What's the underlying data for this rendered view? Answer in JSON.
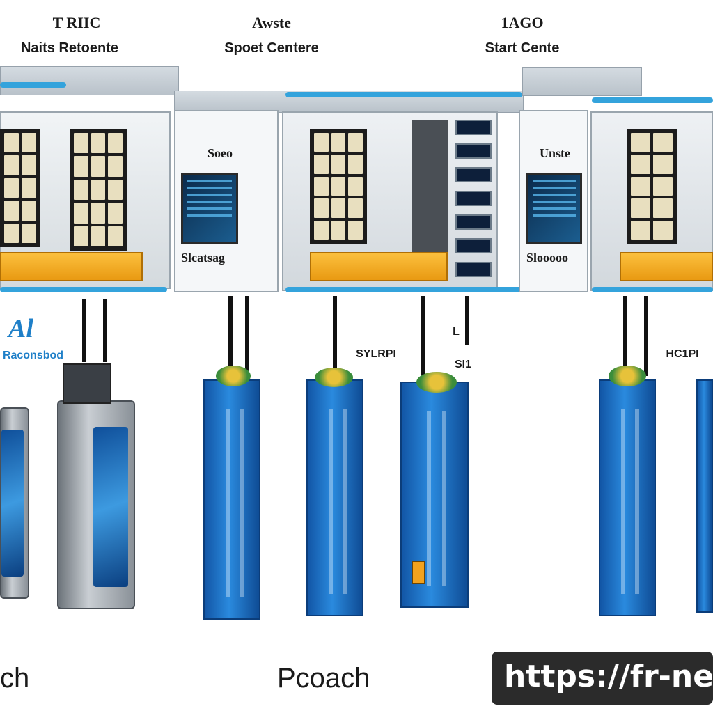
{
  "top_labels": [
    {
      "line1": "T RIIC",
      "line2": "Naits Retoente"
    },
    {
      "line1": "Awste",
      "line2": "Spoet Centere"
    },
    {
      "line1": "1AGO",
      "line2": "Start Cente"
    }
  ],
  "panel_labels": {
    "left_panel_top": "Soeo",
    "left_panel_bottom": "Slcatsag",
    "right_panel_top": "Unste",
    "right_panel_bottom": "Slooooo"
  },
  "side_labels": {
    "blue_logo_text": "Al",
    "blue_logo_caption": "Raconsbod",
    "mid_a": "SYLRPI",
    "mid_b": "L",
    "mid_c": "SI1",
    "right": "HC1PI"
  },
  "bottom_labels": {
    "left": "ch",
    "center": "Pcoach"
  },
  "watermark": {
    "text": "https://fr-ne"
  },
  "colors": {
    "rack_blue": "#34a3dc",
    "orange": "#f2a21e",
    "module_blue": "#1f73c6",
    "watermark_bg": "#2b2b2b"
  }
}
